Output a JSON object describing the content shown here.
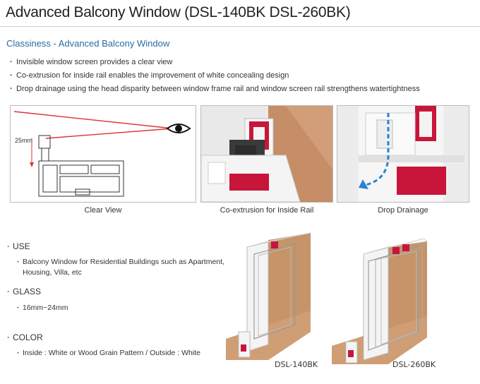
{
  "page": {
    "title": "Advanced Balcony Window (DSL-140BK DSL-260BK)",
    "subtitle": "Classiness - Advanced Balcony Window",
    "features": [
      "Invisible window screen provides a clear view",
      "Co-extrusion for inside rail enables the improvement of white concealing design",
      "Drop drainage using the head disparity between window frame rail and window screen rail strengthens watertightness"
    ]
  },
  "figures": [
    {
      "caption": "Clear View",
      "dimension_label": "25mm"
    },
    {
      "caption": "Co-extrusion for Inside Rail"
    },
    {
      "caption": "Drop Drainage"
    }
  ],
  "sections": {
    "use": {
      "heading": "USE",
      "text_line1": "Balcony Window for Residential Buildings such as Apartment,",
      "text_line2": "Housing, Villa, etc"
    },
    "glass": {
      "heading": "GLASS",
      "text": "16mm~24mm"
    },
    "color": {
      "heading": "COLOR",
      "text": "Inside : White or Wood Grain Pattern / Outside : White"
    }
  },
  "models": [
    "DSL-140BK",
    "DSL-260BK"
  ],
  "colors": {
    "accent_blue": "#2b6aa6",
    "bullet_red": "#d0504b",
    "frame_red": "#c8163a",
    "wood": "#c9956b"
  }
}
